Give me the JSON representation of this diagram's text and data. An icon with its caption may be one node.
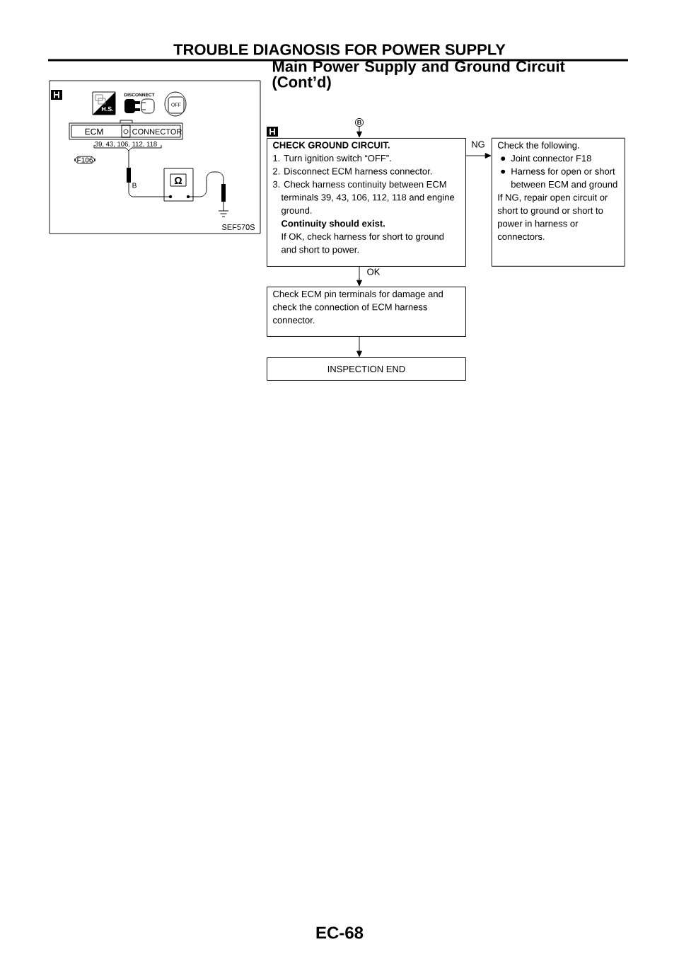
{
  "diagram": {
    "title": "TROUBLE DIAGNOSIS FOR POWER SUPPLY",
    "nodes": [
      {
        "text": [
          "B"
        ]
      },
      {
        "text": [
          "CHECK GROUND CIRCUIT.",
          "1. Turn ignition switch “OFF”.",
          "2. Disconnect ECM harness connector.",
          "3. Check harness continuity between ECM terminals 39, 43, 106, 112, 118 and engine ground.",
          "Continuity should exist.",
          "If OK, check harness for short to ground and short to power."
        ]
      },
      {
        "text": [
          "Check the following.",
          "Joint connector F18",
          "Harness for open or short between ECM and ground",
          "If NG, repair open circuit or short to ground or short to power in harness or connectors."
        ]
      },
      {
        "text": [
          "Check ECM pin terminals for damage and check the connection of ECM harness connector."
        ]
      },
      {
        "text": [
          "INSPECTION END"
        ]
      }
    ],
    "edges": [
      {
        "from": 0,
        "to": 1,
        "arrow": "to"
      },
      {
        "from": 1,
        "to": 2,
        "arrow": "to",
        "label": "NG"
      },
      {
        "from": 1,
        "to": 3,
        "arrow": "to",
        "label": "OK"
      },
      {
        "from": 3,
        "to": 4,
        "arrow": "to"
      }
    ],
    "labels": [
      "Main Power Supply and Ground Circuit (Cont’d)",
      "H",
      "DISCONNECT",
      "H.S.",
      "OFF",
      "ECM",
      "CONNECTOR",
      "39, 43, 106, 112, 118",
      "F106",
      "Ω",
      "B",
      "SEF570S",
      "H",
      "EC-68"
    ]
  }
}
